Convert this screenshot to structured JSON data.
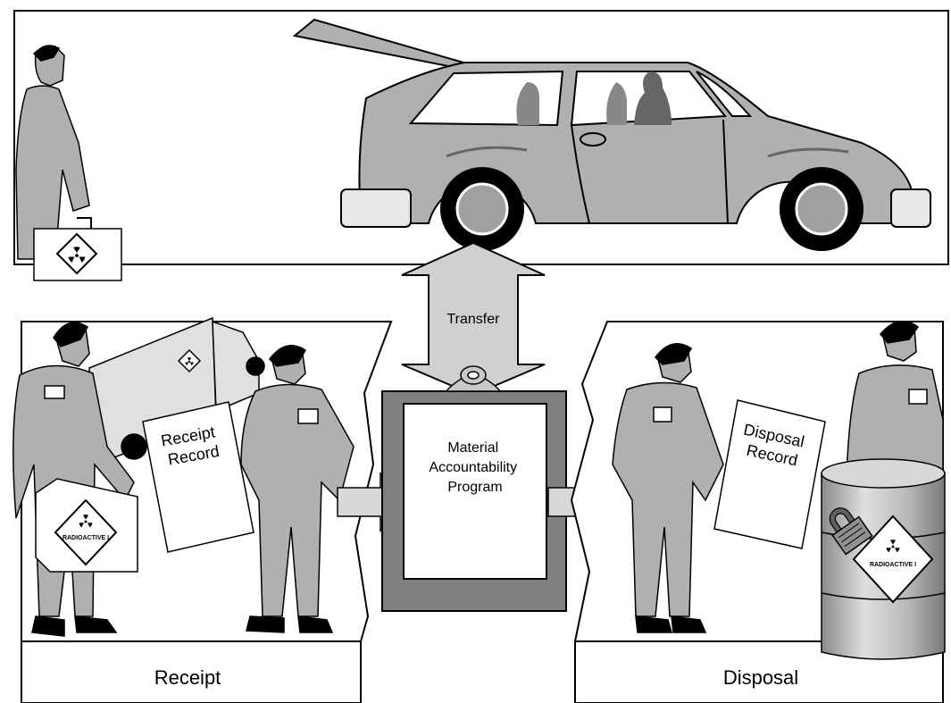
{
  "transfer": {
    "label": "Transfer"
  },
  "clipboard": {
    "lines": [
      "Material",
      "Accountability",
      "Program"
    ]
  },
  "receipt_record": {
    "lines": [
      "Receipt",
      "Record"
    ]
  },
  "disposal_record": {
    "lines": [
      "Disposal",
      "Record"
    ]
  },
  "receipt_panel": {
    "label": "Receipt"
  },
  "disposal_panel": {
    "label": "Disposal"
  },
  "radioactive_label": "RADIOACTIVE I",
  "colors": {
    "fill_gray": "#b0b0b0",
    "dark_gray": "#808080",
    "outline": "#000000",
    "paper": "#ffffff"
  }
}
